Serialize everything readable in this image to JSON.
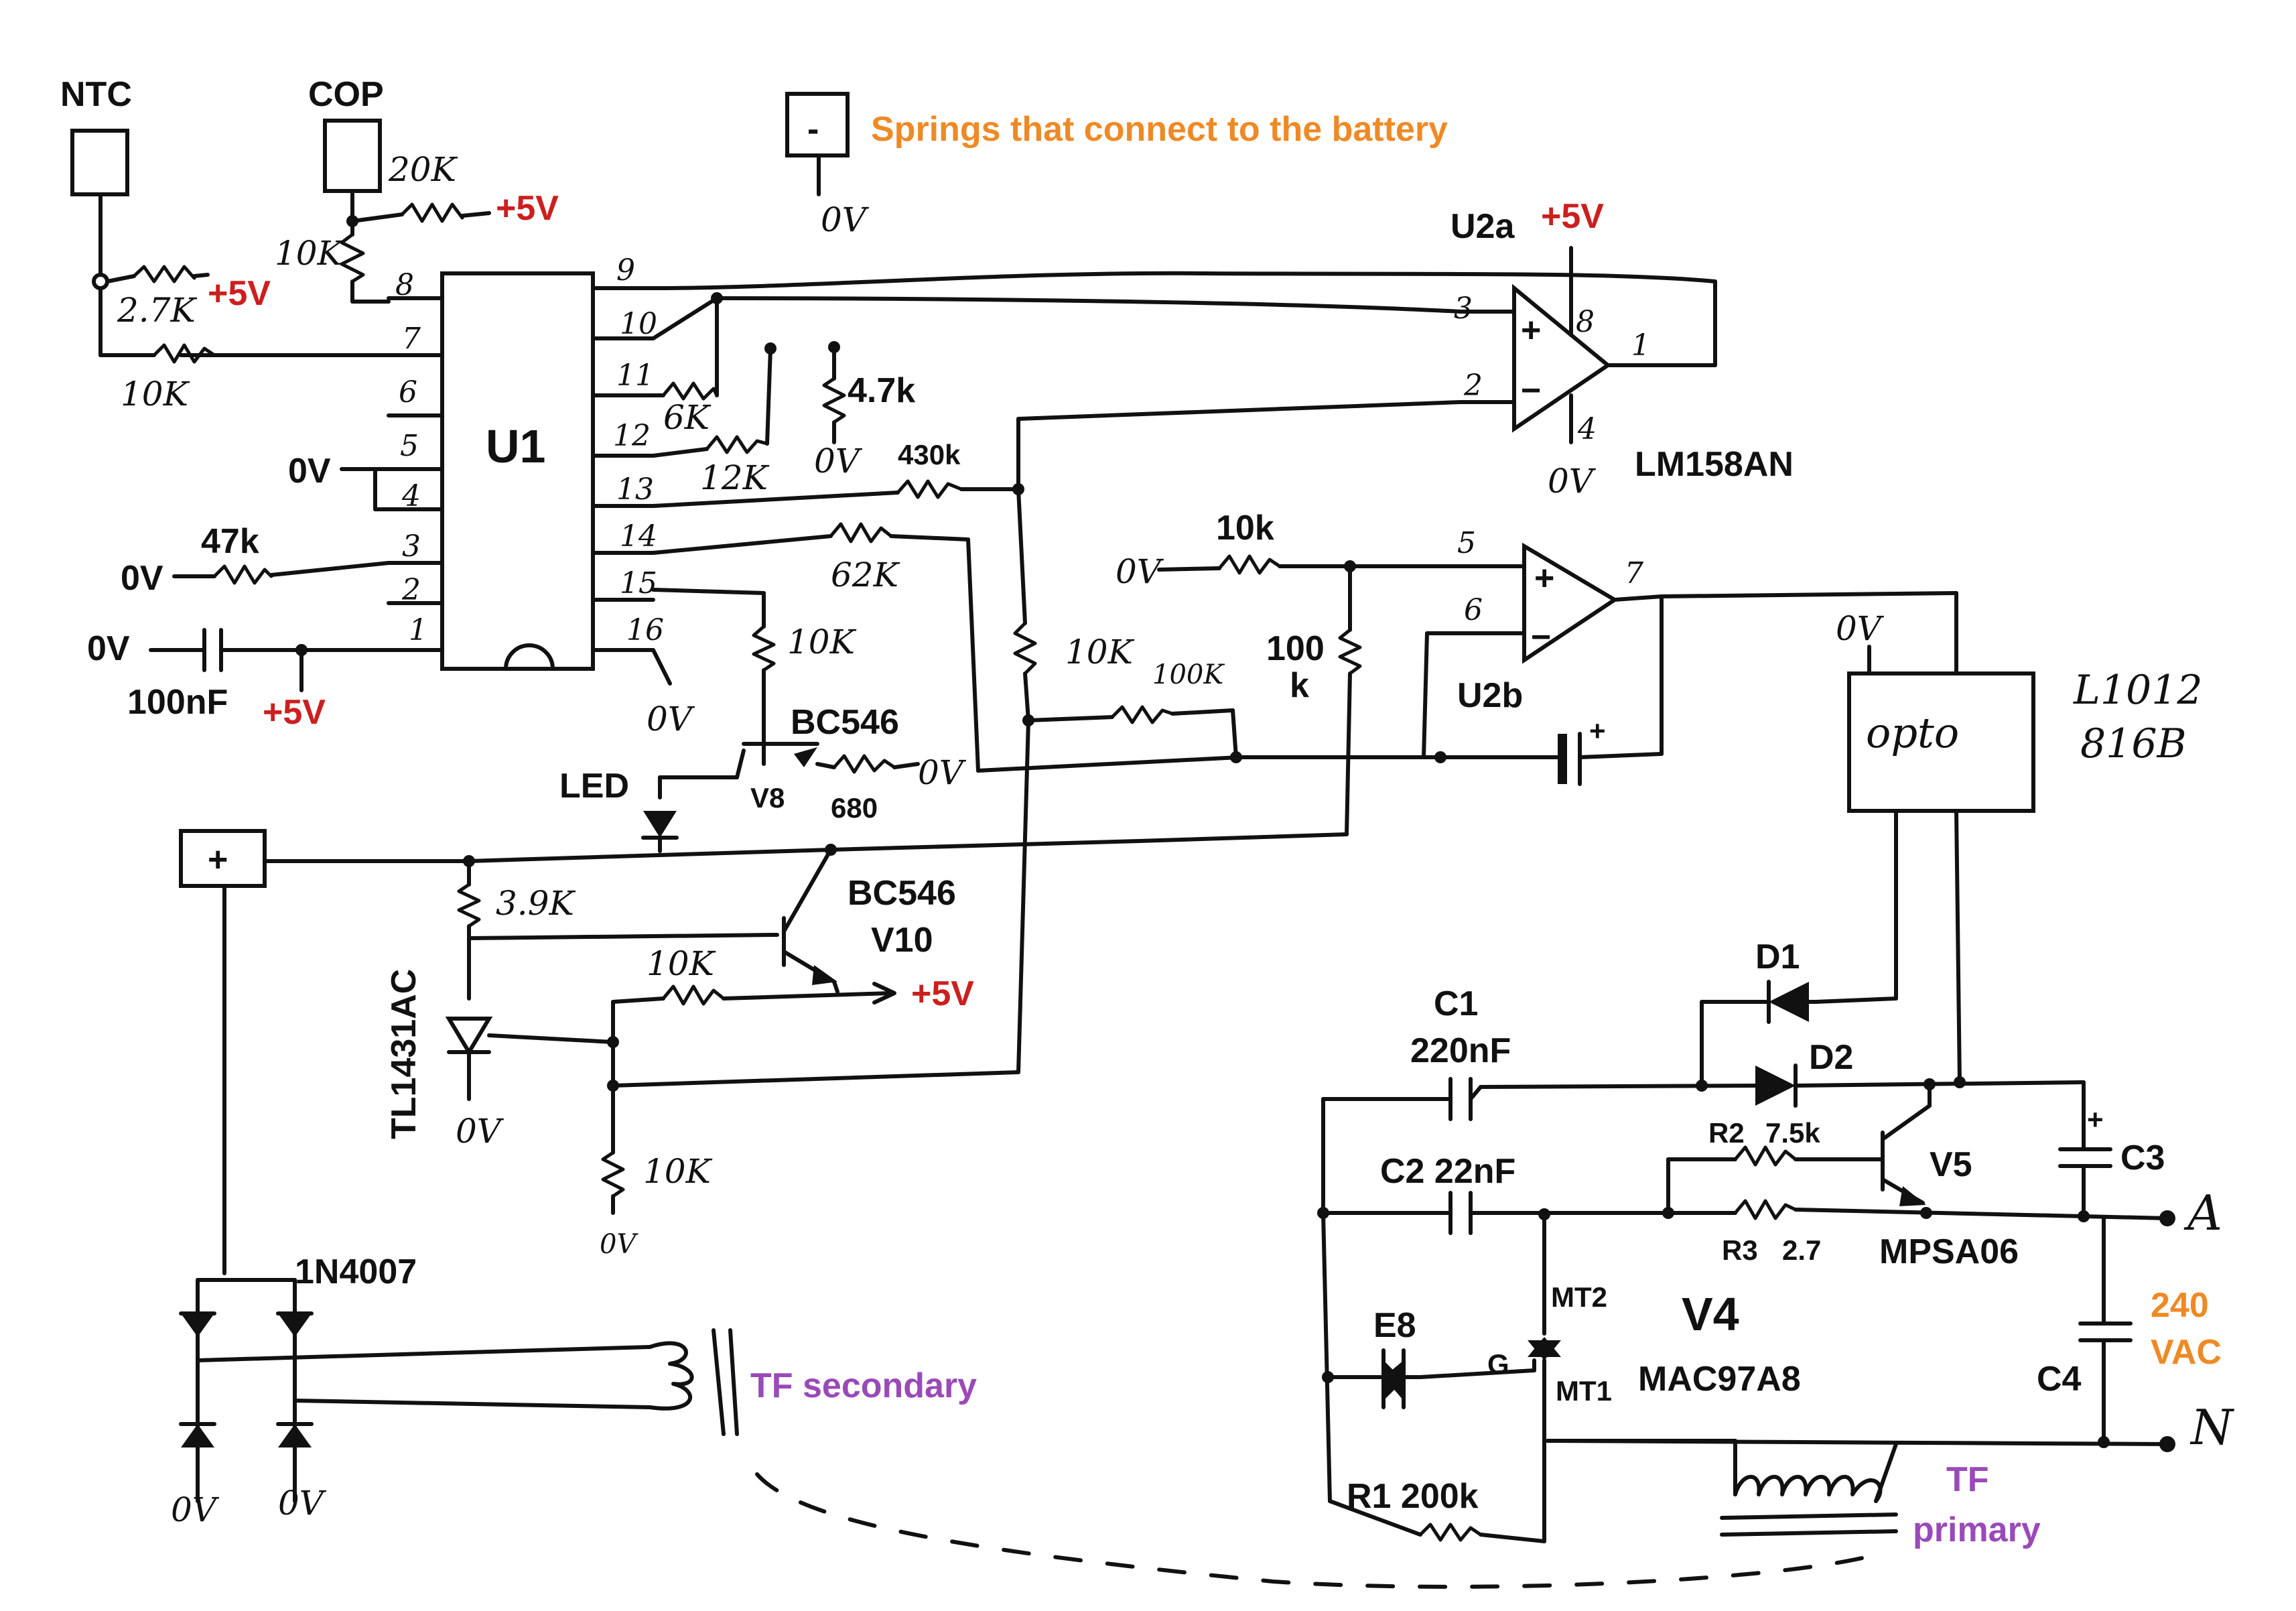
{
  "colors": {
    "ink": "#111111",
    "supply": "#cc1f1f",
    "note": "#ee8a25",
    "transformer": "#9a4ab8"
  },
  "connectors": {
    "ntc": "NTC",
    "cop": "COP",
    "minus_symbol": "-",
    "plus_symbol": "+",
    "springs_note": "Springs that connect to the battery"
  },
  "ic_u1": {
    "name": "U1",
    "pins": [
      "1",
      "2",
      "3",
      "4",
      "5",
      "6",
      "7",
      "8",
      "9",
      "10",
      "11",
      "12",
      "13",
      "14",
      "15",
      "16"
    ]
  },
  "opamp_u2a": {
    "name": "U2a",
    "part": "LM158AN",
    "pins": [
      "3",
      "2",
      "8",
      "4",
      "1"
    ],
    "plus_sign": "+",
    "minus_sign": "−"
  },
  "opamp_u2b": {
    "name": "U2b",
    "pins": [
      "5",
      "6",
      "7"
    ],
    "plus_sign": "+",
    "minus_sign": "−"
  },
  "resistors": {
    "r_20k": "20K",
    "r_10k_pot": "10K",
    "r_2_7k": "2.7K",
    "r_10k_ntc": "10K",
    "r_6k": "6K",
    "r_12k": "12K",
    "r_4_7k": "4.7k",
    "r_430k": "430k",
    "r_62k": "62K",
    "r_47k": "47k",
    "r_10k_15": "10K",
    "r_680": "680",
    "r_10k_mid": "10K",
    "r_100k_fb": "100K",
    "r_10k_u2b": "10k",
    "r_100k_a": "100",
    "r_100k_b": "k",
    "r_3_9k": "3.9K",
    "r_10k_v10": "10K",
    "r_10k_bot": "10K",
    "r_r2_name": "R2",
    "r_r2_val": "7.5k",
    "r_r3_name": "R3",
    "r_r3_val": "2.7",
    "r_r1": "R1 200k"
  },
  "capacitors": {
    "c_100nf": "100nF",
    "c1_name": "C1",
    "c1_val": "220nF",
    "c2": "C2 22nF",
    "c3": "C3",
    "c4": "C4",
    "polarity": "+"
  },
  "semis": {
    "bc546_v8": "BC546",
    "v8": "V8",
    "led": "LED",
    "bc546_v10": "BC546",
    "v10": "V10",
    "tl1431": "TL1431AC",
    "d1": "D1",
    "d2": "D2",
    "v5": "V5",
    "mpsa06": "MPSA06",
    "v4": "V4",
    "mac97": "MAC97A8",
    "mt2": "MT2",
    "mt1": "MT1",
    "gate": "G",
    "e8": "E8",
    "bridge": "1N4007",
    "opto": "opto",
    "opto_part_a": "L1012",
    "opto_part_b": "816B"
  },
  "supply_labels": {
    "v5_cop": "+5V",
    "v5_ntc": "+5V",
    "v5_u2a": "+5V",
    "v5_cap": "+5V",
    "v5_v10": "+5V"
  },
  "ground_labels": {
    "g_springs": "0V",
    "g_pin45": "0V",
    "g_47k": "0V",
    "g_cap": "0V",
    "g_4_7k": "0V",
    "g_pin16": "0V",
    "g_u2a": "0V",
    "g_10k_u2b": "0V",
    "g_680": "0V",
    "g_opto": "0V",
    "g_tl": "0V",
    "g_bot10k": "0V",
    "g_br1": "0V",
    "g_br2": "0V"
  },
  "mains": {
    "a": "A",
    "n": "N",
    "vac_a": "240",
    "vac_b": "VAC"
  },
  "transformer": {
    "secondary": "TF secondary",
    "primary_a": "TF",
    "primary_b": "primary"
  }
}
